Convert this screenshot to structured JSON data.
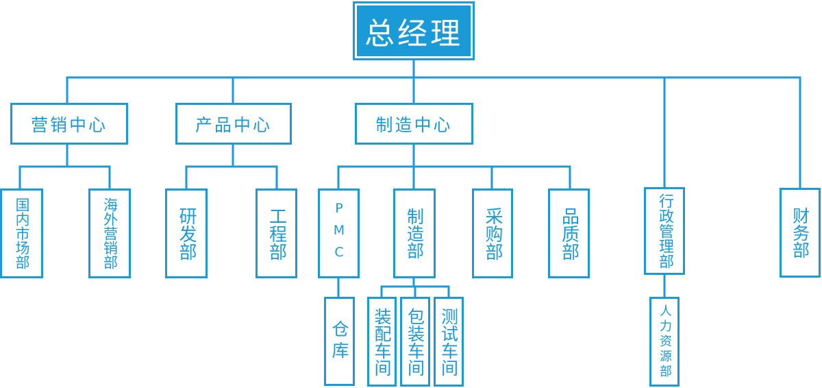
{
  "colors": {
    "accent": "#1a9ad6",
    "background": "#ffffff"
  },
  "nodes": {
    "gm": "总经理",
    "marketing_center": "营销中心",
    "product_center": "产品中心",
    "manufacturing_center": "制造中心",
    "admin_dept": "行政管理部",
    "finance_dept": "财务部",
    "domestic_market": "国内市场部",
    "overseas_marketing": "海外营销部",
    "rnd_dept": "研发部",
    "engineering_dept": "工程部",
    "pmc": "PMC",
    "manufacturing_dept": "制造部",
    "purchasing_dept": "采购部",
    "quality_dept": "品质部",
    "warehouse": "仓库",
    "assembly_workshop": "装配车间",
    "packaging_workshop": "包装车间",
    "testing_workshop": "测试车间",
    "hr_dept": "人力资源部"
  }
}
